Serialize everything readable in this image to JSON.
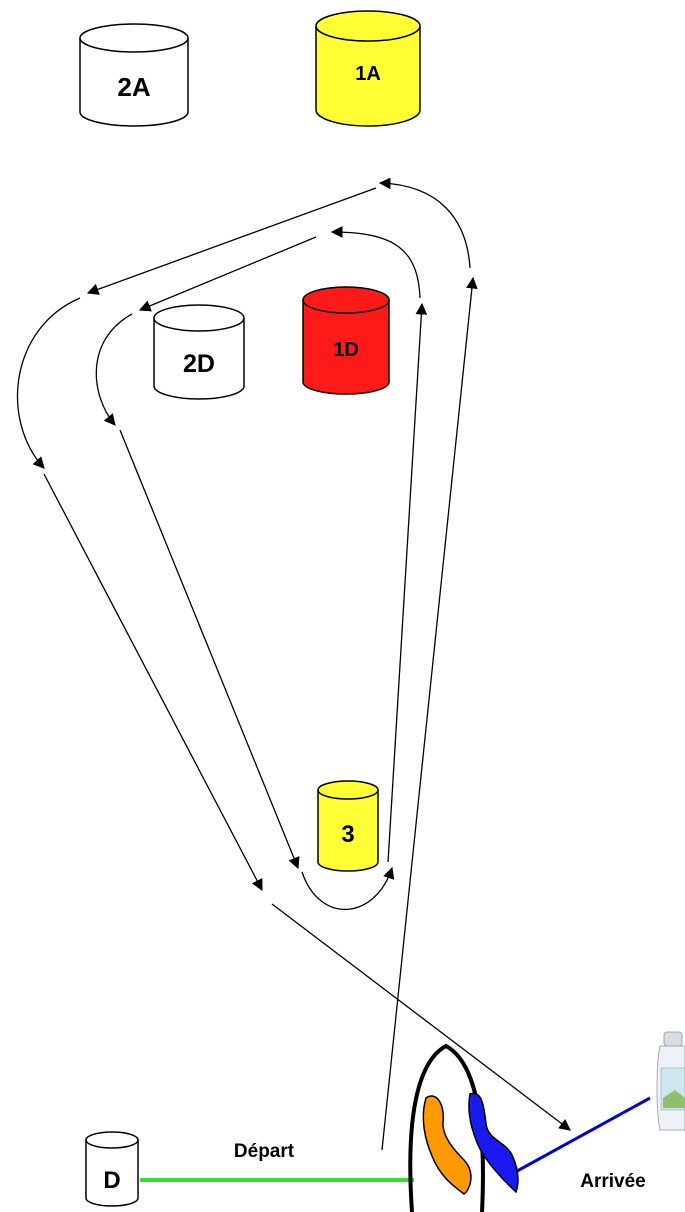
{
  "cones": [
    {
      "id": "2A",
      "label": "2A",
      "color": "#ffffff"
    },
    {
      "id": "1A",
      "label": "1A",
      "color": "#ffff33"
    },
    {
      "id": "2D",
      "label": "2D",
      "color": "#ffffff"
    },
    {
      "id": "1D",
      "label": "1D",
      "color": "#ff1a1a"
    },
    {
      "id": "3",
      "label": "3",
      "color": "#ffff33"
    },
    {
      "id": "D",
      "label": "D",
      "color": "#ffffff"
    }
  ],
  "lines": {
    "depart_label": "Départ",
    "arrivee_label": "Arrivée",
    "depart_color": "#33dd33",
    "arrivee_color": "#0000dd"
  },
  "icons": {
    "gate": "arch-gate-icon",
    "bottle": "milk-bottle-icon"
  },
  "colors": {
    "orange_flag": "#ff9900",
    "blue_flag": "#1a1aee"
  }
}
